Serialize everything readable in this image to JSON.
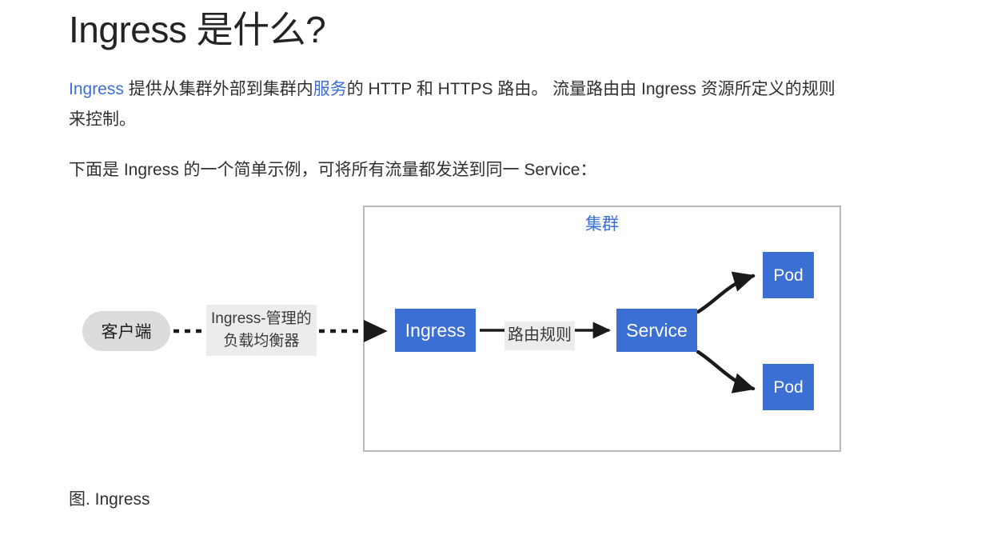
{
  "page": {
    "title": "Ingress 是什么?",
    "paragraph1": {
      "link1": "Ingress",
      "text1": " 提供从集群外部到集群内",
      "link2": "服务",
      "text2": "的 HTTP 和 HTTPS 路由。 流量路由由 Ingress 资源所定义的规则来控制。"
    },
    "paragraph2": "下面是 Ingress 的一个简单示例，可将所有流量都发送到同一 Service：",
    "caption": "图. Ingress"
  },
  "diagram": {
    "cluster_label": "集群",
    "client_label": "客户端",
    "load_balancer_label_line1": "Ingress-管理的",
    "load_balancer_label_line2": "负载均衡器",
    "routing_rules_label": "路由规则",
    "ingress_node": "Ingress",
    "service_node": "Service",
    "pod_node_top": "Pod",
    "pod_node_bottom": "Pod"
  },
  "colors": {
    "node_blue": "#3b6fd4",
    "link_blue": "#3b6fd4",
    "cluster_border": "#b8b8bd",
    "client_pill": "#dcdcdc",
    "label_bg": "#ececec",
    "text": "#303030",
    "edge": "#1a1a1a"
  }
}
